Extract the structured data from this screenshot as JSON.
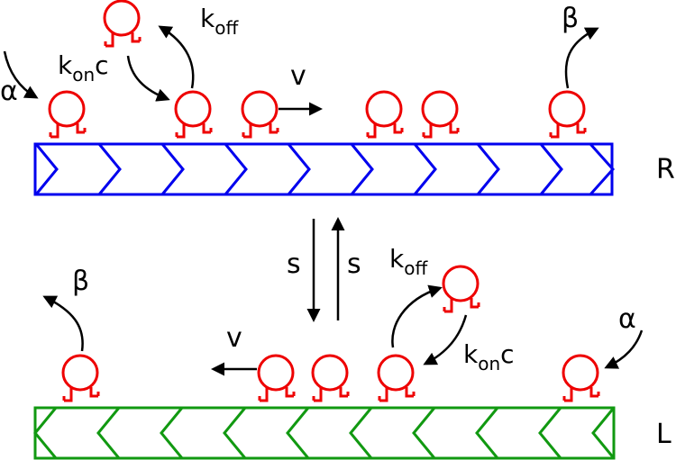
{
  "colors": {
    "right_track": "#0000ee",
    "left_track": "#119911",
    "motor": "#ee0000",
    "arrow": "#000000",
    "background": "#ffffff"
  },
  "tracks": {
    "right": {
      "label": "R",
      "direction": "right"
    },
    "left": {
      "label": "L",
      "direction": "left"
    }
  },
  "rates": {
    "entry": "α",
    "exit": "β",
    "k_symbol": "k",
    "off_subscript": "off",
    "on_subscript": "on",
    "concentration": "c",
    "velocity": "v",
    "switch": "s"
  },
  "icons": {
    "motor": "motor-protein-icon",
    "arrow": "arrow-icon"
  }
}
